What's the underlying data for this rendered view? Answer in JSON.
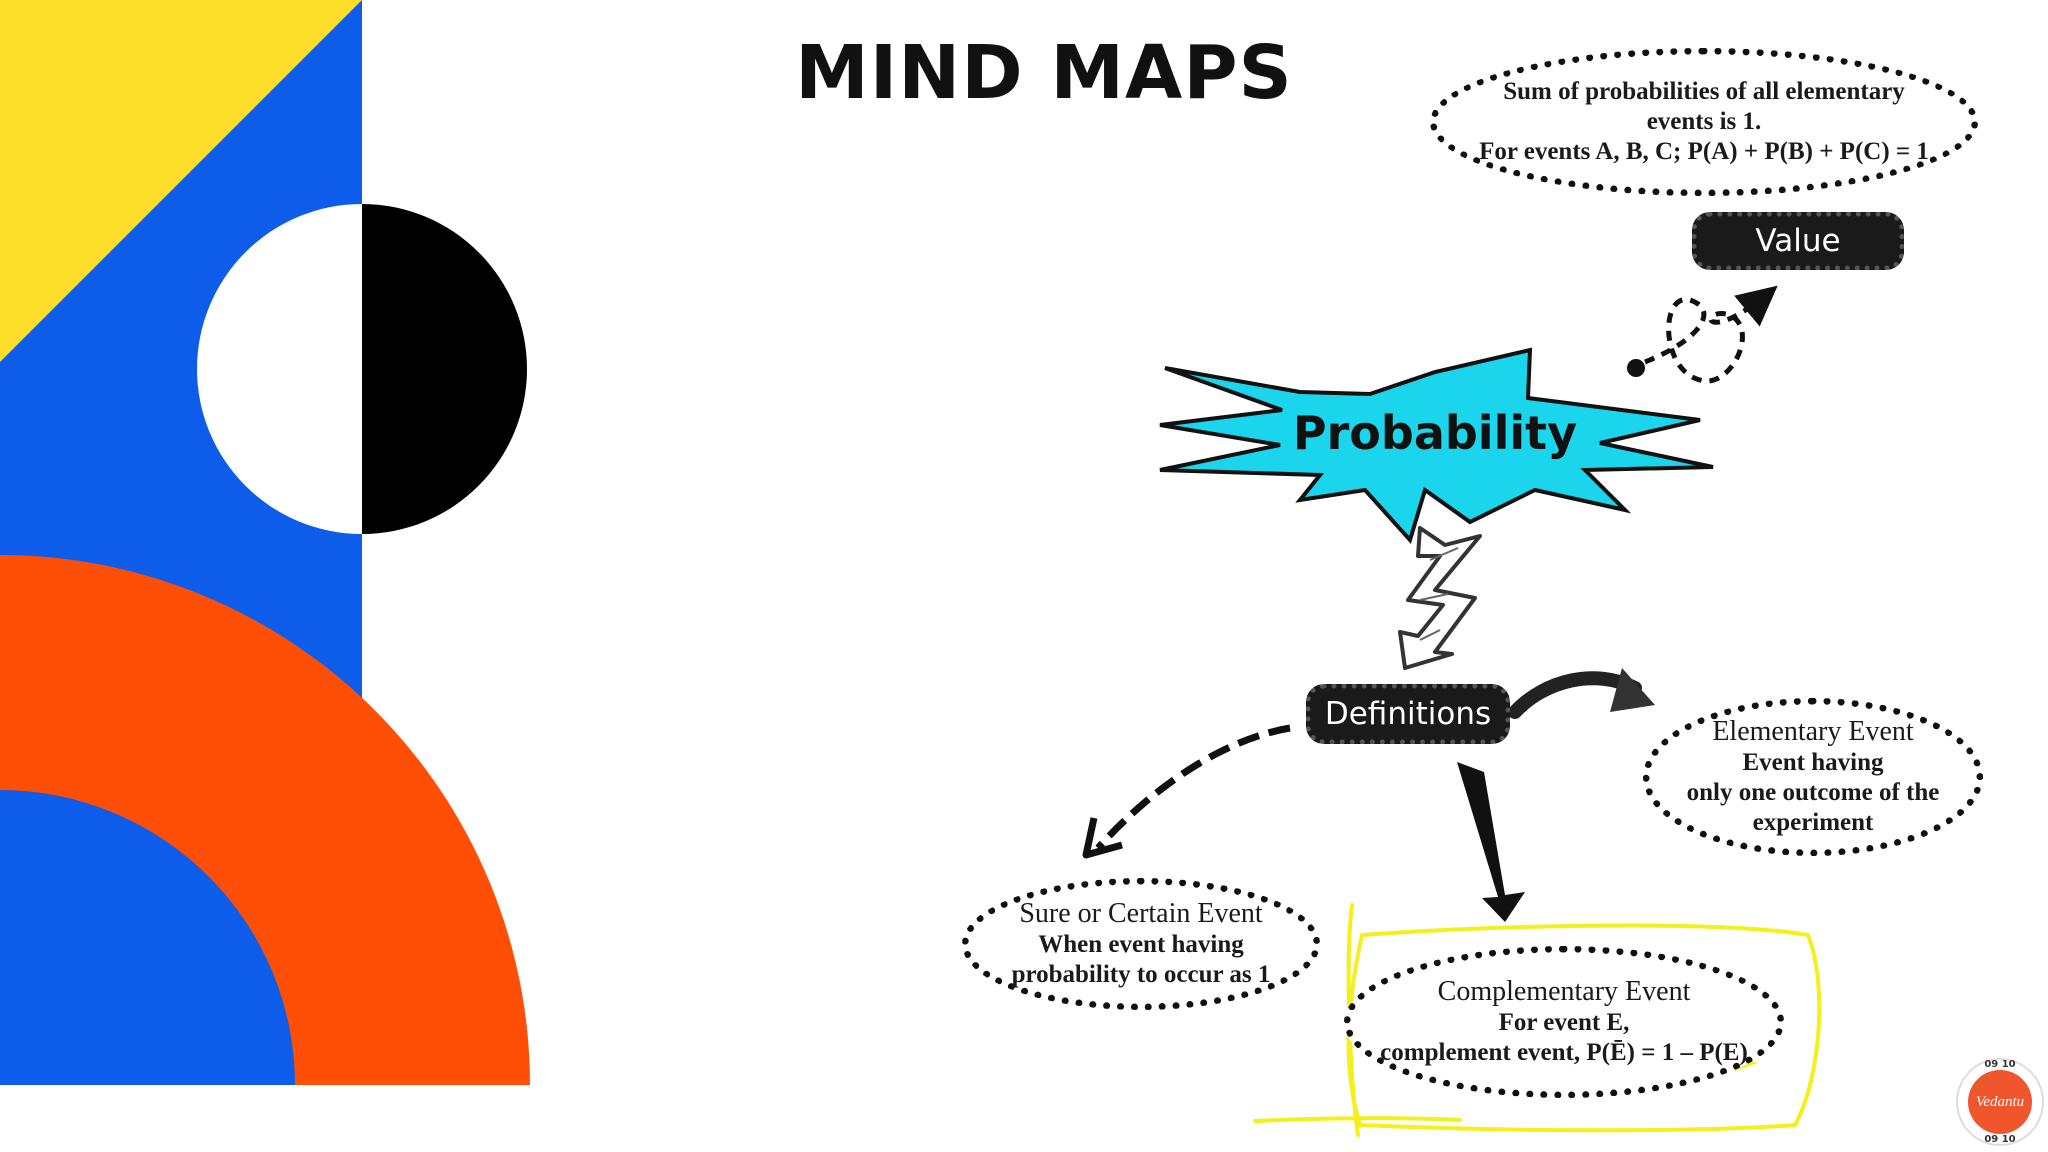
{
  "title": "MIND MAPS",
  "central_node": {
    "label": "Probability",
    "color": "#1bd5ec"
  },
  "value_branch": {
    "label": "Value",
    "note_lines": [
      "Sum of probabilities of all elementary",
      "events is 1.",
      "For events A, B, C; P(A) + P(B) + P(C) = 1"
    ]
  },
  "definitions_branch": {
    "label": "Definitions",
    "elementary_event": {
      "title": "Elementary Event",
      "lines": [
        "Event having",
        "only one outcome of the",
        "experiment"
      ]
    },
    "sure_event": {
      "title": "Sure or Certain Event",
      "lines": [
        "When event having",
        "probability to occur as 1"
      ]
    },
    "complementary_event": {
      "title": "Complementary Event",
      "lines": [
        "For event E,",
        "complement event, P(Ē) = 1 – P(E)"
      ]
    }
  },
  "badge": {
    "text": "Vedantu",
    "top_number": "09 10",
    "bottom_number": "09 10"
  },
  "colors": {
    "yellow": "#fcdd2a",
    "blue": "#0e5cea",
    "orange": "#ff4f07",
    "black": "#000000",
    "highlight": "#f3f01c"
  }
}
